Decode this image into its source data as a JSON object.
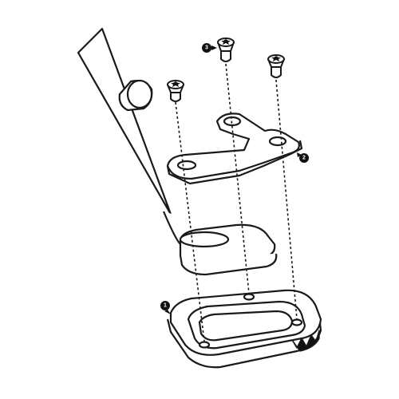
{
  "callouts": {
    "part1": "1",
    "part2": "2",
    "part3": "3"
  },
  "colors": {
    "line": "#1a1a1a",
    "fill": "#ffffff",
    "dark": "#111111"
  }
}
